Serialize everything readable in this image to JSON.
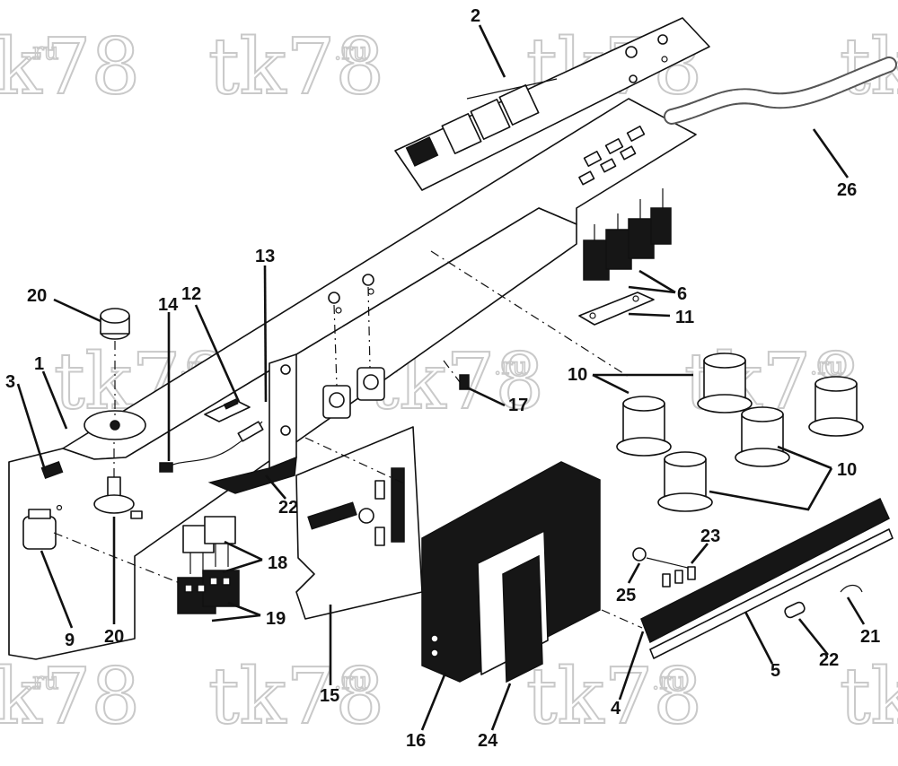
{
  "watermark": {
    "text": "tk78",
    "suffix": ".ru"
  },
  "callouts": [
    {
      "id": "c2",
      "label": "2"
    },
    {
      "id": "c26",
      "label": "26"
    },
    {
      "id": "c13",
      "label": "13"
    },
    {
      "id": "c20a",
      "label": "20"
    },
    {
      "id": "c14",
      "label": "14"
    },
    {
      "id": "c12",
      "label": "12"
    },
    {
      "id": "c6",
      "label": "6"
    },
    {
      "id": "c11",
      "label": "11"
    },
    {
      "id": "c3",
      "label": "3"
    },
    {
      "id": "c1",
      "label": "1"
    },
    {
      "id": "c10a",
      "label": "10"
    },
    {
      "id": "c17",
      "label": "17"
    },
    {
      "id": "c10b",
      "label": "10"
    },
    {
      "id": "c22a",
      "label": "22"
    },
    {
      "id": "c18",
      "label": "18"
    },
    {
      "id": "c23",
      "label": "23"
    },
    {
      "id": "c19",
      "label": "19"
    },
    {
      "id": "c25",
      "label": "25"
    },
    {
      "id": "c9",
      "label": "9"
    },
    {
      "id": "c20b",
      "label": "20"
    },
    {
      "id": "c15",
      "label": "15"
    },
    {
      "id": "c21",
      "label": "21"
    },
    {
      "id": "c22b",
      "label": "22"
    },
    {
      "id": "c5",
      "label": "5"
    },
    {
      "id": "c4",
      "label": "4"
    },
    {
      "id": "c16",
      "label": "16"
    },
    {
      "id": "c24",
      "label": "24"
    }
  ]
}
